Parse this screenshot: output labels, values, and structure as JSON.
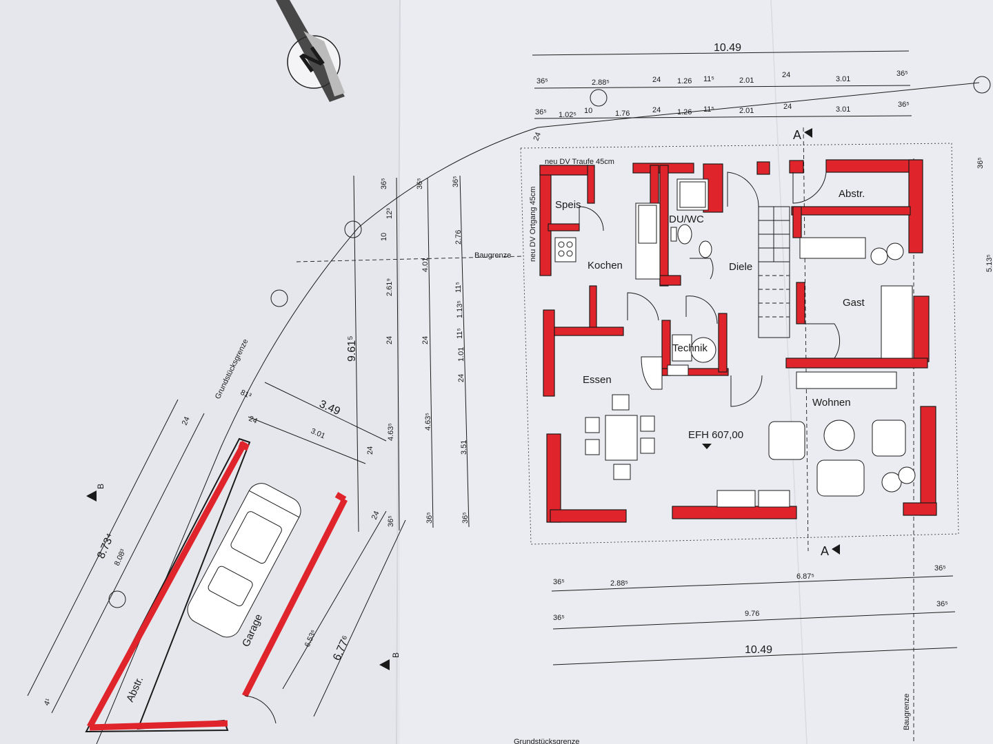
{
  "north": {
    "label": "N"
  },
  "rooms": {
    "speis": "Speis",
    "du_wc": "DU/WC",
    "kochen": "Kochen",
    "diele": "Diele",
    "abstr": "Abstr.",
    "gast": "Gast",
    "technik": "Technik",
    "essen": "Essen",
    "wohnen": "Wohnen",
    "garage": "Garage",
    "garage_abstr": "Abstr."
  },
  "annotations": {
    "efh": "EFH 607,00",
    "traufe": "neu DV Traufe 45cm",
    "ortgang": "neu DV Ortgang 45cm",
    "baugrenze_left": "Baugrenze",
    "baugrenze_right": "Baugrenze",
    "grundstuck_left": "Grundstücksgrenze",
    "grundstuck_bottom": "Grundstücksgrenze",
    "section_top": "A",
    "section_bottom": "A",
    "section_b1": "B",
    "section_b2": "B"
  },
  "dimensions": {
    "top_total": "10.49",
    "top_row1": [
      "36⁵",
      "2.88⁵",
      "24",
      "1.26",
      "11⁵",
      "2.01",
      "24",
      "3.01",
      "36⁵"
    ],
    "top_row2": [
      "36⁵",
      "1.02⁵",
      "10",
      "1.76",
      "24",
      "1.26",
      "11⁵",
      "2.01",
      "24",
      "3.01",
      "36⁵"
    ],
    "bottom_row1": [
      "36⁵",
      "2.88⁵",
      "6.87⁵",
      "36⁵"
    ],
    "bottom_row2": [
      "36⁵",
      "9.76",
      "36⁵"
    ],
    "bottom_total": "10.49",
    "left_col1": [
      "36⁵",
      "12³",
      "10",
      "2.61⁹",
      "24",
      "4.63⁵"
    ],
    "left_col2": [
      "36⁵",
      "4.01",
      "24",
      "4.63⁵",
      "36⁵"
    ],
    "left_col3": [
      "36⁵",
      "2.76",
      "11⁵",
      "1.13⁵",
      "11⁵",
      "1.01",
      "24",
      "3.51",
      "36⁵"
    ],
    "left_total": "9.61⁵",
    "right_side": [
      "36⁵",
      "5.13⁵"
    ],
    "garage": {
      "width_outer": "3.49",
      "width_inner": "3.01",
      "wall_a": "81³",
      "wall_b": "24",
      "wall_c": "24",
      "length_outer": "8.73⁴",
      "length_inner": "8.08³",
      "depth_a": "6.53⁶",
      "depth_b": "6.77⁶",
      "small_a": "24",
      "small_b": "4¹",
      "bottom_a": "24",
      "bottom_b": "36⁵",
      "mid_24": "24"
    }
  },
  "colors": {
    "wall_fill": "#e0242b",
    "line": "#1a1a1a",
    "paper": "#e9eaf0"
  }
}
